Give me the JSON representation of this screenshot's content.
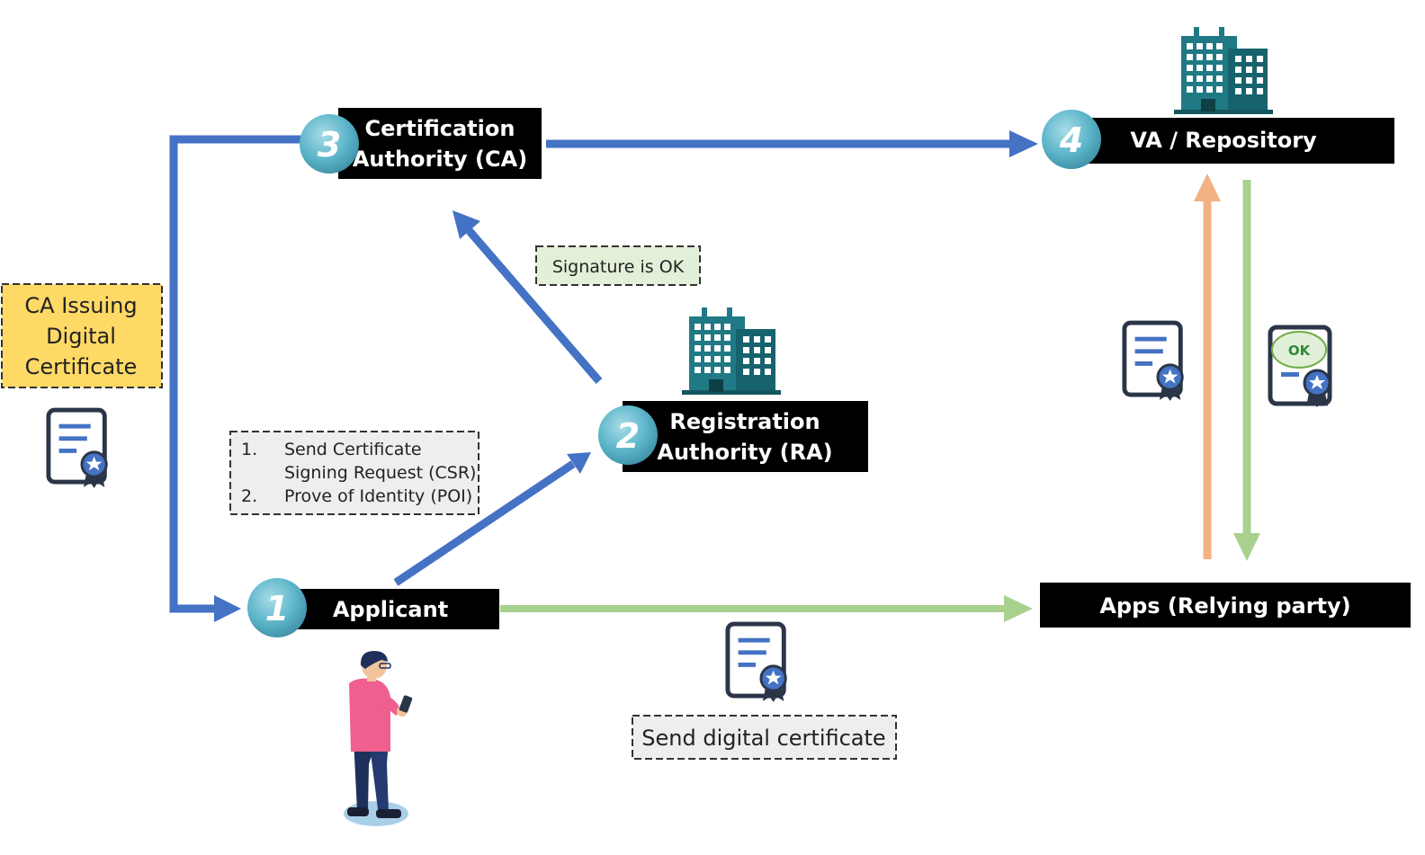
{
  "nodes": {
    "ca": {
      "number": "3",
      "line1": "Certification",
      "line2": "Authority (CA)"
    },
    "va": {
      "number": "4",
      "label": "VA / Repository"
    },
    "ra": {
      "number": "2",
      "line1": "Registration",
      "line2": "Authority (RA)"
    },
    "applicant": {
      "number": "1",
      "label": "Applicant"
    },
    "apps": {
      "label": "Apps (Relying party)"
    }
  },
  "notes": {
    "ca_issuing": {
      "line1": "CA Issuing",
      "line2": "Digital",
      "line3": "Certificate"
    },
    "signature_ok": "Signature is OK",
    "csr": {
      "item1_num": "1.",
      "item1_line1": "Send Certificate",
      "item1_line2": "Signing Request (CSR)",
      "item2_num": "2.",
      "item2_line1": "Prove of Identity (POI)"
    },
    "send_cert": "Send digital certificate",
    "ok_badge": "OK"
  },
  "colors": {
    "blue_arrow": "#4472c4",
    "green_arrow": "#a9d18e",
    "orange_arrow": "#f4b183",
    "node_fill": "#000000",
    "ca_note_fill": "#ffd966",
    "building": "#1f7a85",
    "number_circle": "#5bb4c9"
  }
}
